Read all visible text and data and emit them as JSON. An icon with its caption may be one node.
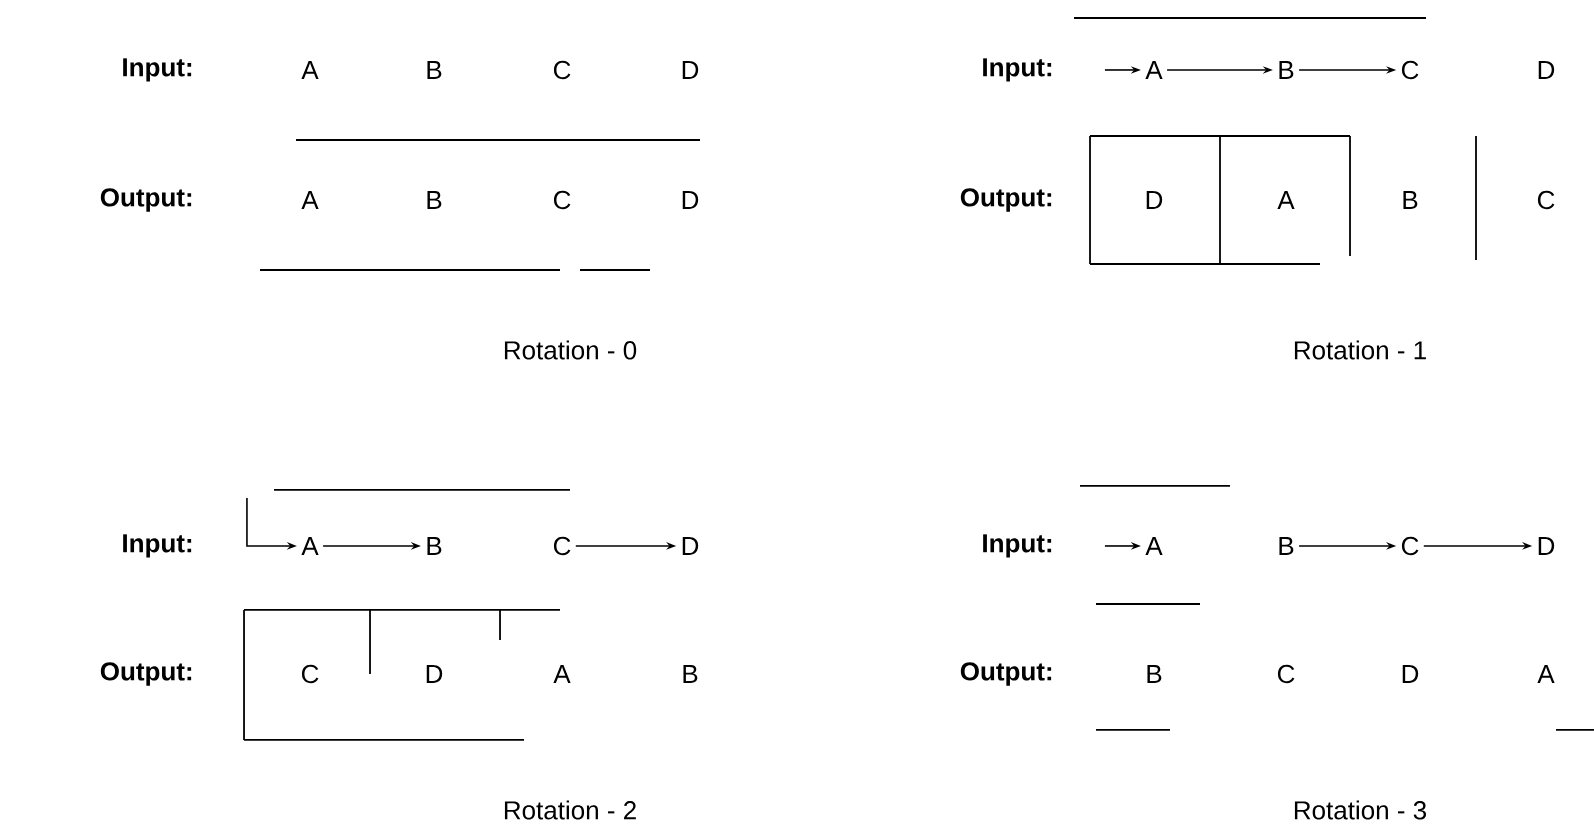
{
  "diagram": {
    "nodes": [
      {
        "text": [
          "A"
        ]
      },
      {
        "text": [
          "B"
        ]
      },
      {
        "text": [
          "C"
        ]
      },
      {
        "text": [
          "D"
        ]
      },
      {
        "text": [
          "A"
        ]
      },
      {
        "text": [
          "B"
        ]
      },
      {
        "text": [
          "C"
        ]
      },
      {
        "text": [
          "D"
        ]
      },
      {
        "text": [
          "A"
        ]
      },
      {
        "text": [
          "B"
        ]
      },
      {
        "text": [
          "C"
        ]
      },
      {
        "text": [
          "D"
        ]
      },
      {
        "text": [
          "D"
        ]
      },
      {
        "text": [
          "A"
        ]
      },
      {
        "text": [
          "B"
        ]
      },
      {
        "text": [
          "C"
        ]
      },
      {
        "text": [
          "A"
        ]
      },
      {
        "text": [
          "B"
        ]
      },
      {
        "text": [
          "C"
        ]
      },
      {
        "text": [
          "D"
        ]
      },
      {
        "text": [
          "C"
        ]
      },
      {
        "text": [
          "D"
        ]
      },
      {
        "text": [
          "A"
        ]
      },
      {
        "text": [
          "B"
        ]
      },
      {
        "text": [
          "A"
        ]
      },
      {
        "text": [
          "B"
        ]
      },
      {
        "text": [
          "C"
        ]
      },
      {
        "text": [
          "D"
        ]
      },
      {
        "text": [
          "B"
        ]
      },
      {
        "text": [
          "C"
        ]
      },
      {
        "text": [
          "D"
        ]
      },
      {
        "text": [
          "A"
        ]
      }
    ],
    "edges": [
      {
        "from": null,
        "to": 8,
        "arrow": "to"
      },
      {
        "from": 8,
        "to": 9,
        "arrow": "to"
      },
      {
        "from": 9,
        "to": 10,
        "arrow": "to"
      },
      {
        "from": null,
        "to": 16,
        "arrow": "to"
      },
      {
        "from": 16,
        "to": 17,
        "arrow": "to"
      },
      {
        "from": 18,
        "to": 19,
        "arrow": "to"
      },
      {
        "from": null,
        "to": 24,
        "arrow": "to"
      },
      {
        "from": 25,
        "to": 26,
        "arrow": "to"
      },
      {
        "from": 26,
        "to": 27,
        "arrow": "to"
      }
    ],
    "labels": [
      "Input:",
      "Input:",
      "Output:",
      "Output:",
      "Rotation - 0",
      "Rotation - 1",
      "Input:",
      "Input:",
      "Output:",
      "Output:",
      "Rotation - 2",
      "Rotation - 3"
    ]
  }
}
